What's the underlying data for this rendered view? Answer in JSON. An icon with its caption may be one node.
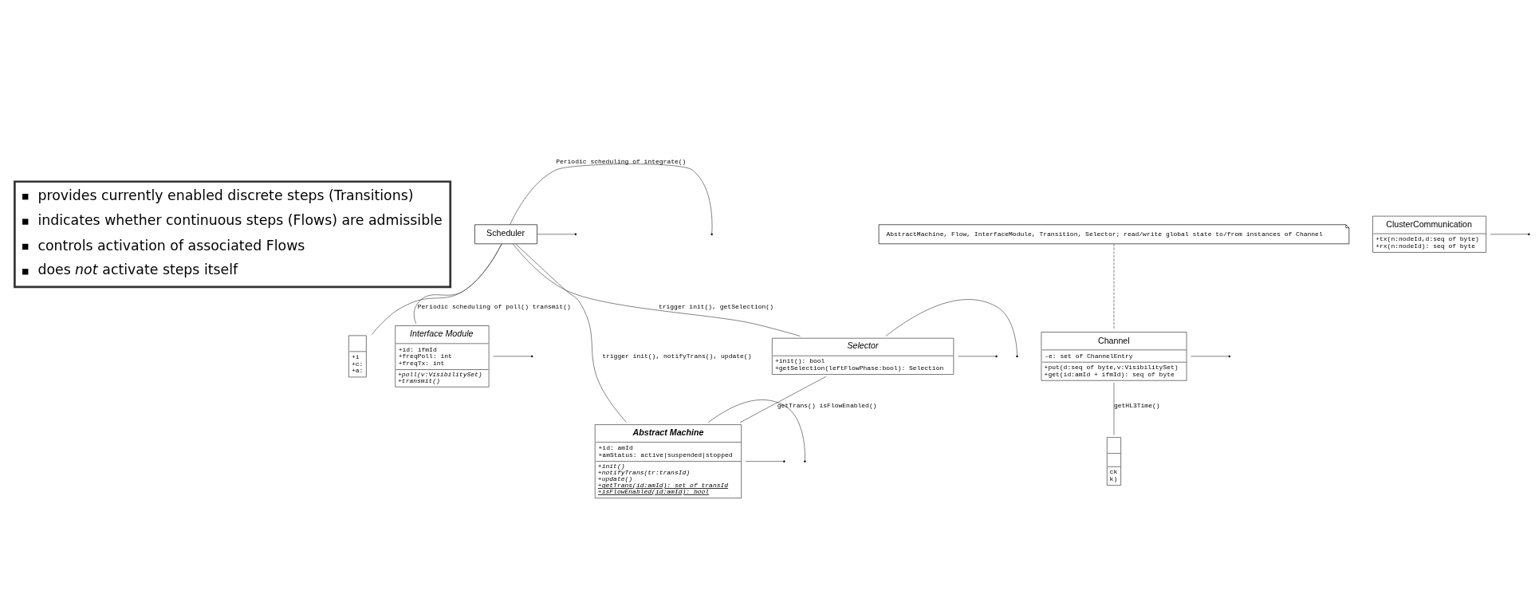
{
  "diagram": {
    "nodes": [
      {
        "text": [
          "provides currently enabled discrete steps (Transitions)",
          "indicates whether continuous steps (Flows) are admissible",
          "controls activation of associated Flows",
          "does *not* activate steps itself"
        ]
      },
      {
        "text": [
          "+i",
          "+c:",
          "+a:"
        ]
      },
      {
        "text": [
          "ck",
          "k)"
        ]
      },
      {
        "text": [
          "Interface Module",
          "+id: ifmId",
          "+freqPoll: int",
          "+freqTx: int",
          "+poll(v:VisibilitySet)",
          "+transmit()"
        ]
      },
      {
        "text": [
          "Abstract Machine",
          "+id: amId",
          "+amStatus: active|suspended|stopped",
          "+init()",
          "+notifyTrans(tr:transId)",
          "+update()",
          "+getTrans(id:amId): set of transId",
          "+isFlowEnabled(id:amId): bool"
        ]
      },
      {
        "text": [
          "Channel",
          "-e: set of ChannelEntry",
          "+put(d:seq of byte,v:VisibilitySet)",
          "+get(id:amId + ifmId): seq of byte"
        ]
      },
      {
        "text": [
          "ClusterCommunication",
          "+tx(n:nodeId,d:seq of byte)",
          "+rx(n:nodeId): seq of byte"
        ]
      },
      {
        "text": [
          "Scheduler"
        ]
      },
      {
        "text": [
          "Selector",
          "+init(): bool",
          "+getSelection(leftFlowPhase:bool): Selection"
        ]
      },
      {
        "text": [
          "AbstractMachine, Flow, InterfaceModule, Transition, Selector; read/write global state to/from instances of Channel"
        ]
      }
    ],
    "edges": [
      {
        "from": 7,
        "to": 3,
        "arrow": "none",
        "label": "Periodic scheduling of poll() transmit()"
      },
      {
        "from": 7,
        "to": 1,
        "arrow": "none"
      },
      {
        "from": 7,
        "to": null,
        "arrow": "none",
        "label": "Periodic scheduling of integrate()"
      },
      {
        "from": 7,
        "to": 4,
        "arrow": "none",
        "label": "trigger init(), notifyTrans(), update()"
      },
      {
        "from": 7,
        "to": 8,
        "arrow": "none",
        "label": "trigger init(), getSelection()"
      },
      {
        "from": 8,
        "to": 4,
        "arrow": "none",
        "label": "getTrans() isFlowEnabled()"
      },
      {
        "from": 7,
        "to": null,
        "arrow": "none"
      },
      {
        "from": 3,
        "to": null,
        "arrow": "none"
      },
      {
        "from": 4,
        "to": null,
        "arrow": "none"
      },
      {
        "from": 4,
        "to": null,
        "arrow": "none"
      },
      {
        "from": 8,
        "to": null,
        "arrow": "none"
      },
      {
        "from": 8,
        "to": null,
        "arrow": "none"
      },
      {
        "from": 5,
        "to": 2,
        "arrow": "none",
        "label": "getHL3Time()"
      },
      {
        "from": 5,
        "to": null,
        "arrow": "none"
      },
      {
        "from": 6,
        "to": null,
        "arrow": "none"
      },
      {
        "from": 9,
        "to": 5,
        "arrow": "none",
        "style": "dashed"
      }
    ]
  }
}
